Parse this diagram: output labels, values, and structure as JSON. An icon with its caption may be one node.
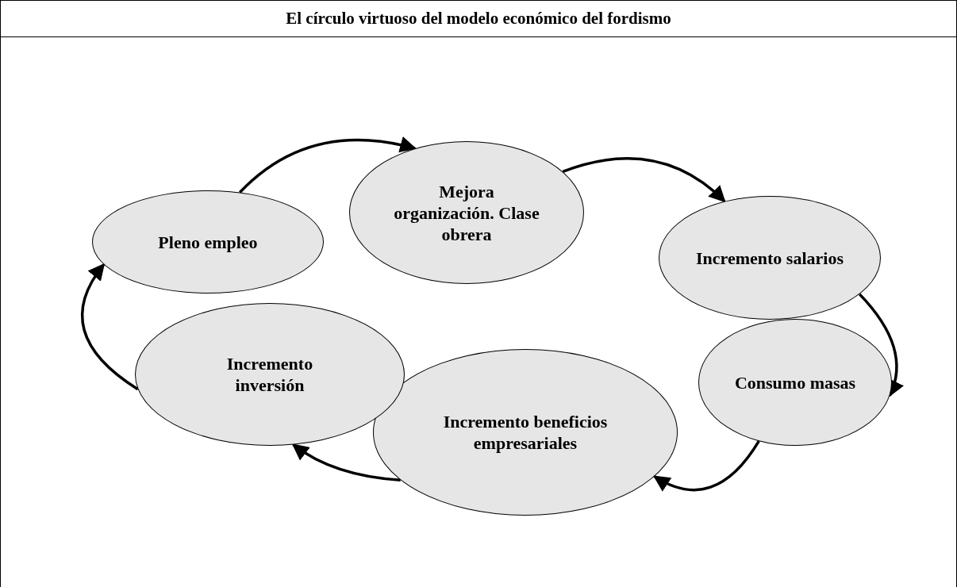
{
  "diagram": {
    "title": "El círculo virtuoso del modelo económico del fordismo",
    "nodes": [
      {
        "text": [
          "Pleno empleo"
        ]
      },
      {
        "text": [
          "Mejora organización. Clase obrera"
        ]
      },
      {
        "text": [
          "Incremento salarios"
        ]
      },
      {
        "text": [
          "Consumo masas"
        ]
      },
      {
        "text": [
          "Incremento beneficios empresariales"
        ]
      },
      {
        "text": [
          "Incremento inversión"
        ]
      }
    ],
    "edges": [
      {
        "from": 0,
        "to": 1,
        "arrow": "to"
      },
      {
        "from": 1,
        "to": 2,
        "arrow": "to"
      },
      {
        "from": 2,
        "to": 3,
        "arrow": "to"
      },
      {
        "from": 3,
        "to": 4,
        "arrow": "to"
      },
      {
        "from": 4,
        "to": 5,
        "arrow": "to"
      },
      {
        "from": 5,
        "to": 0,
        "arrow": "to"
      }
    ]
  }
}
